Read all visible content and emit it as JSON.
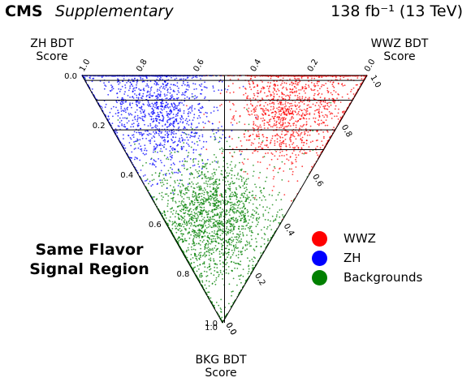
{
  "header": {
    "experiment": "CMS",
    "tag": "Supplementary",
    "luminosity": "138 fb⁻¹ (13 TeV)"
  },
  "region_label": {
    "line1": "Same Flavor",
    "line2": "Signal Region"
  },
  "chart_data": {
    "type": "scatter",
    "subtype": "ternary",
    "axes": {
      "zh": {
        "line1": "ZH BDT",
        "line2": "Score",
        "ticks": [
          0.0,
          0.2,
          0.4,
          0.6,
          0.8,
          1.0
        ]
      },
      "wwz": {
        "line1": "WWZ BDT",
        "line2": "Score",
        "ticks": [
          0.0,
          0.2,
          0.4,
          0.6,
          0.8,
          1.0
        ]
      },
      "bkg": {
        "line1": "BKG BDT",
        "line2": "Score",
        "ticks": [
          0.0,
          0.2,
          0.4,
          0.6,
          0.8,
          1.0
        ]
      }
    },
    "series": [
      {
        "name": "WWZ",
        "color": "#ff0000",
        "centroid": {
          "wwz": 0.72,
          "zh": 0.18,
          "bkg": 0.1
        }
      },
      {
        "name": "ZH",
        "color": "#0000ff",
        "centroid": {
          "wwz": 0.18,
          "zh": 0.72,
          "bkg": 0.1
        }
      },
      {
        "name": "Backgrounds",
        "color": "#008000",
        "centroid": {
          "wwz": 0.15,
          "zh": 0.25,
          "bkg": 0.6
        }
      }
    ],
    "bin_boundaries": {
      "wwz_const": [
        0.5
      ],
      "zh_lines": [
        0.02,
        0.1,
        0.22
      ],
      "wwz_lines": [
        0.02,
        0.1,
        0.22,
        0.3
      ]
    },
    "grid": false,
    "legend_position": "right"
  }
}
